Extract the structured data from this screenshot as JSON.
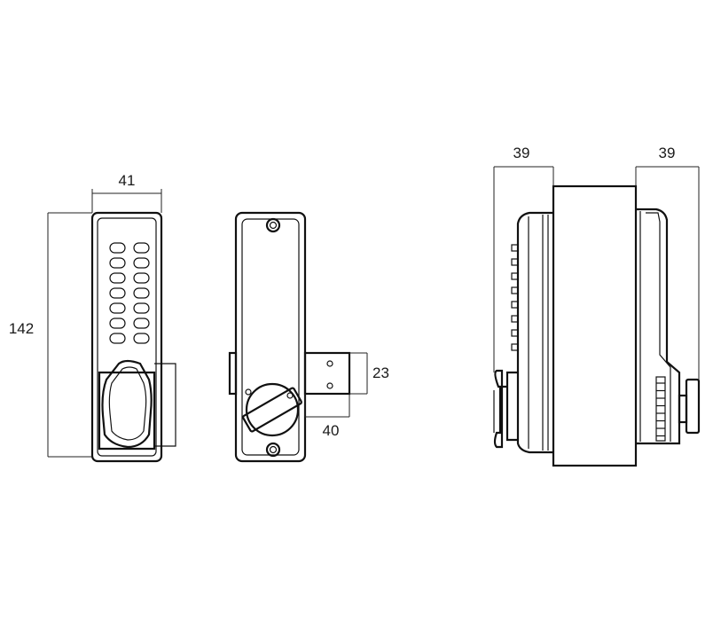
{
  "dimensions": {
    "front_width": "41",
    "front_height": "142",
    "bolt_height": "23",
    "bolt_projection": "40",
    "side_left_depth": "39",
    "side_right_depth": "39"
  }
}
